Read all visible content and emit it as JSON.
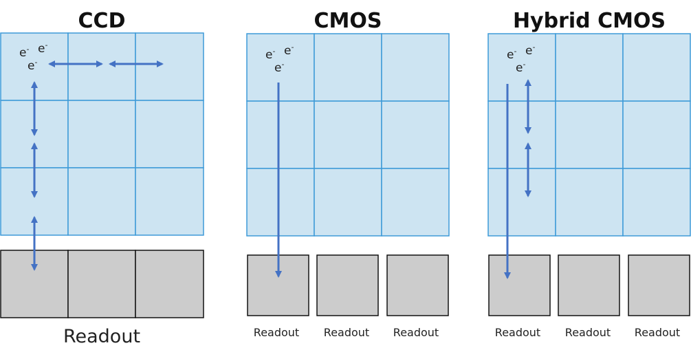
{
  "panels": [
    {
      "title": "CCD",
      "readout_label": "Readout"
    },
    {
      "title": "CMOS",
      "readout_labels": [
        "Readout",
        "Readout",
        "Readout"
      ]
    },
    {
      "title": "Hybrid CMOS",
      "readout_labels": [
        "Readout",
        "Readout",
        "Readout"
      ]
    }
  ],
  "electron": {
    "symbol": "e",
    "charge": "-"
  },
  "colors": {
    "pixel_fill": "#cde4f2",
    "pixel_stroke": "#3d9ad8",
    "readout_fill": "#cccccc",
    "readout_stroke": "#111111",
    "arrow": "#4472c4"
  }
}
